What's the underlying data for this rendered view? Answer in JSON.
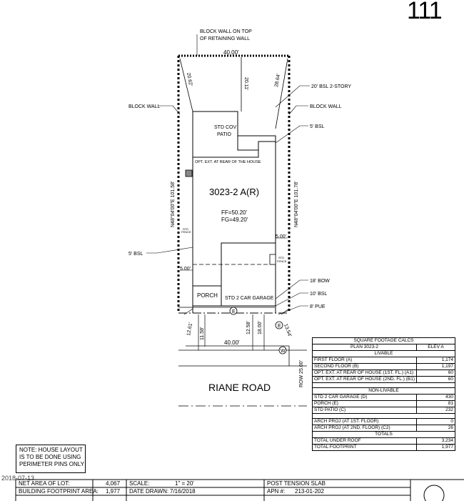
{
  "page_number": "111",
  "labels": {
    "block_wall_top": [
      "BLOCK WALL ON TOP",
      "OF RETAINING WALL"
    ],
    "block_wall_left": "BLOCK WALL",
    "block_wall_right": "BLOCK WALL",
    "bsl_2story": "20' BSL 2-STORY",
    "bsl_5_right": "5' BSL",
    "bsl_5_left": "5' BSL",
    "bow_18": "18' BOW",
    "bsl_10": "10' BSL",
    "pue_8": "8' PUE",
    "std_cov_patio": [
      "STD COV",
      "PATIO"
    ],
    "opt_ext_rear": "OPT. EXT. AT REAR OF THE HOUSE",
    "plan_name": "3023-2 A(R)",
    "ff": "FF=50.20'",
    "fg": "FG=49.20'",
    "porch": "PORCH",
    "garage": "STD 2 CAR GARAGE",
    "std_fence_left": [
      "STD",
      "FENCE"
    ],
    "std_fence_right": [
      "STD",
      "FENCE"
    ],
    "bearing_left": "N48°04'00\"E 101.58'",
    "bearing_right": "N48°04'00\"E 101.78'",
    "road_name": "RIANE ROAD",
    "row": "ROW 25.00'",
    "utility_e": "E",
    "utility_w": "W",
    "utility_e2": "E"
  },
  "dimensions": {
    "top_width": "40.00'",
    "bottom_width": "40.00'",
    "left_diag": "20.62'",
    "center_rear": "20.11'",
    "right_diag": "28.64'",
    "side_left": "5.00'",
    "side_right": "5.00'",
    "front_1": "12.61'",
    "front_2": "11.58'",
    "front_3": "12.58'",
    "front_4": "18.00'",
    "front_5": "13.54'"
  },
  "note": [
    "NOTE: HOUSE LAYOUT",
    "IS TO BE DONE USING",
    "PERIMETER PINS ONLY"
  ],
  "sqft_table": {
    "title": "SQUARE FOOTAGE CALCS",
    "plan": "PLAN 3023-2",
    "elev": "ELEV A",
    "livable_header": "LIVABLE",
    "livable": [
      {
        "label": "FIRST FLOOR (A)",
        "value": "1,174"
      },
      {
        "label": "SECOND FLOOR (B)",
        "value": "1,197"
      },
      {
        "label": "OPT. EXT. AT REAR OF HOUSE (1ST. FL.) (A1)",
        "value": "60"
      },
      {
        "label": "OPT. EXT. AT REAR OF HOUSE (2ND. FL.) (B1)",
        "value": "60"
      }
    ],
    "nonlivable_header": "NON-LIVABLE",
    "nonlivable": [
      {
        "label": "STD 2 CAR GARAGE (D)",
        "value": "430"
      },
      {
        "label": "PORCH (E)",
        "value": "81"
      },
      {
        "label": "STD PATIO (C)",
        "value": "232"
      }
    ],
    "arch": [
      {
        "label": "ARCH PROJ (AT 1ST. FLOOR)",
        "value": "0"
      },
      {
        "label": "ARCH PROJ (AT 2ND. FLOOR) (C2)",
        "value": "26"
      }
    ],
    "totals_header": "TOTALS",
    "totals": [
      {
        "label": "TOTAL UNDER ROOF",
        "value": "3,234"
      },
      {
        "label": "TOTAL FOOTPRINT",
        "value": "1,977"
      }
    ]
  },
  "title_block": {
    "net_area_label": "NET AREA OF LOT:",
    "net_area_value": "4,067",
    "footprint_label": "BUILDING FOOTPRINT AREA:",
    "footprint_value": "1,977",
    "scale_label": "SCALE:",
    "scale_value": "1\" = 20'",
    "date_label": "DATE DRAWN:",
    "date_value": "7/16/2018",
    "slab": "POST TENSION SLAB",
    "apn_label": "APN #:",
    "apn_value": "213-01-202",
    "stamp": "2018-07-13"
  }
}
